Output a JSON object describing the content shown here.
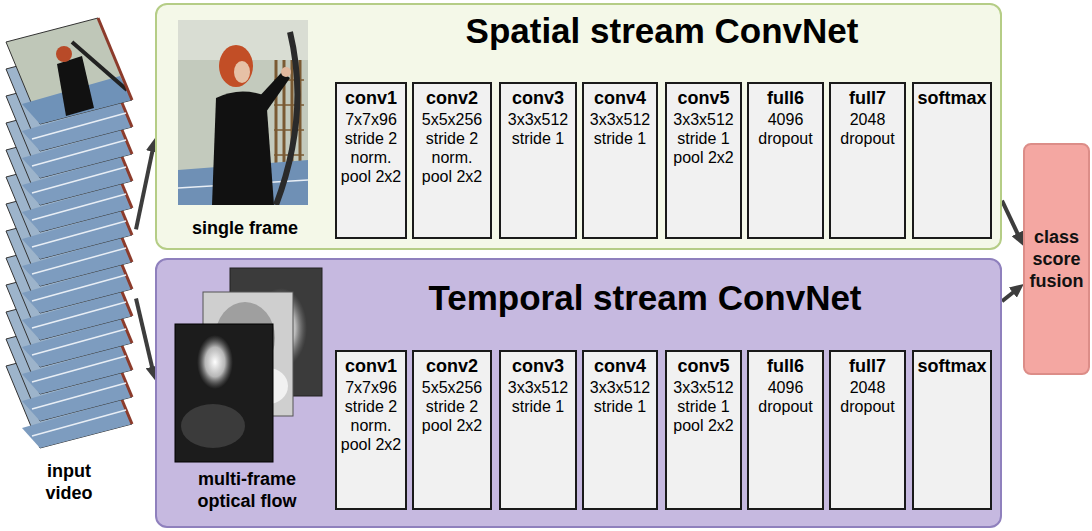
{
  "diagram": {
    "nodes": [
      {
        "text": [
          "input video"
        ]
      },
      {
        "text": [
          "Spatial stream ConvNet"
        ]
      },
      {
        "text": [
          "conv1",
          "7x7x96 stride 2 norm. pool 2x2"
        ],
        "in": 1
      },
      {
        "text": [
          "conv2",
          "5x5x256 stride 2 norm. pool 2x2"
        ],
        "in": 1
      },
      {
        "text": [
          "conv3",
          "3x3x512 stride 1"
        ],
        "in": 1
      },
      {
        "text": [
          "conv4",
          "3x3x512 stride 1"
        ],
        "in": 1
      },
      {
        "text": [
          "conv5",
          "3x3x512 stride 1 pool 2x2"
        ],
        "in": 1
      },
      {
        "text": [
          "full6",
          "4096 dropout"
        ],
        "in": 1
      },
      {
        "text": [
          "full7",
          "2048 dropout"
        ],
        "in": 1
      },
      {
        "text": [
          "softmax"
        ],
        "in": 1
      },
      {
        "text": [
          "Temporal stream ConvNet"
        ]
      },
      {
        "text": [
          "conv1",
          "7x7x96 stride 2 norm. pool 2x2"
        ],
        "in": 10
      },
      {
        "text": [
          "conv2",
          "5x5x256 stride 2 pool 2x2"
        ],
        "in": 10
      },
      {
        "text": [
          "conv3",
          "3x3x512 stride 1"
        ],
        "in": 10
      },
      {
        "text": [
          "conv4",
          "3x3x512 stride 1"
        ],
        "in": 10
      },
      {
        "text": [
          "conv5",
          "3x3x512 stride 1 pool 2x2"
        ],
        "in": 10
      },
      {
        "text": [
          "full6",
          "4096 dropout"
        ],
        "in": 10
      },
      {
        "text": [
          "full7",
          "2048 dropout"
        ],
        "in": 10
      },
      {
        "text": [
          "softmax"
        ],
        "in": 10
      },
      {
        "text": [
          "class score fusion"
        ]
      }
    ],
    "edges": [
      {
        "from": 0,
        "to": 1,
        "arrow": "to"
      },
      {
        "from": 0,
        "to": 10,
        "arrow": "to"
      },
      {
        "from": 1,
        "to": 19,
        "arrow": "to"
      },
      {
        "from": 10,
        "to": 19,
        "arrow": "to"
      }
    ],
    "labels": [
      "single frame",
      "multi-frame optical flow"
    ]
  }
}
